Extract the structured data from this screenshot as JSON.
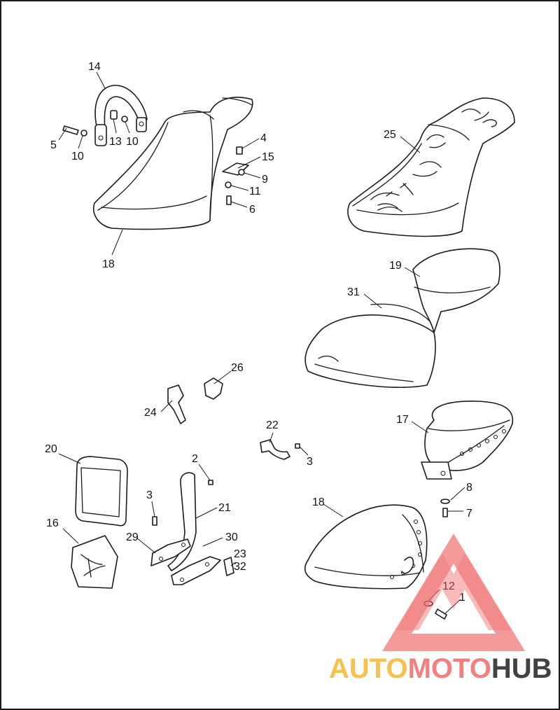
{
  "diagram": {
    "callouts": [
      "14",
      "5",
      "10",
      "13",
      "10",
      "4",
      "15",
      "9",
      "11",
      "6",
      "18",
      "25",
      "19",
      "31",
      "26",
      "24",
      "22",
      "3",
      "17",
      "20",
      "2",
      "8",
      "7",
      "3",
      "21",
      "18",
      "16",
      "29",
      "30",
      "23",
      "32",
      "12",
      "1"
    ]
  },
  "watermark": {
    "text_a": "AUTO",
    "text_b": "MOTO",
    "text_c": "HUB",
    "colors": {
      "auto": "#f4b731",
      "moto": "#ef6b6b",
      "hub": "#222222"
    }
  }
}
